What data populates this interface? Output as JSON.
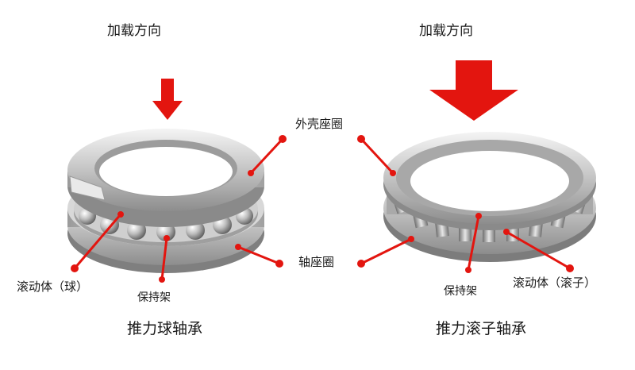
{
  "left_bearing": {
    "load_direction": "加载方向",
    "rolling_element": "滚动体（球）",
    "cage": "保持架",
    "title": "推力球轴承"
  },
  "center_labels": {
    "housing_washer": "外壳座圈",
    "shaft_washer": "轴座圈"
  },
  "right_bearing": {
    "load_direction": "加载方向",
    "cage": "保持架",
    "rolling_element": "滚动体（滚子）",
    "title": "推力滚子轴承"
  },
  "colors": {
    "arrow": "#e3150f",
    "leader": "#e3150f",
    "steel": "#b9b9b9"
  }
}
